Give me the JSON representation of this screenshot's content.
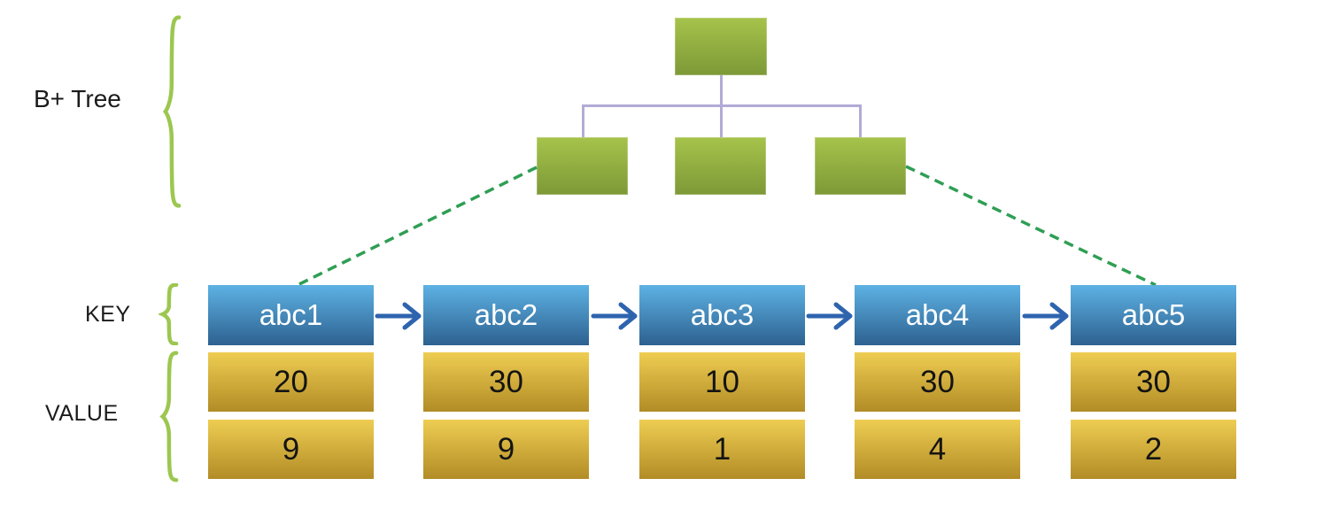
{
  "diagram": {
    "title_label": "B+ Tree",
    "key_label": "KEY",
    "value_label": "VALUE",
    "tree": {
      "root": "",
      "children": [
        "",
        "",
        ""
      ],
      "levels": 2
    },
    "keys": [
      "abc1",
      "abc2",
      "abc3",
      "abc4",
      "abc5"
    ],
    "values_row1": [
      "20",
      "30",
      "10",
      "30",
      "30"
    ],
    "values_row2": [
      "9",
      "9",
      "1",
      "4",
      "2"
    ],
    "key_value_pairs": [
      {
        "key": "abc1",
        "values": [
          "20",
          "9"
        ]
      },
      {
        "key": "abc2",
        "values": [
          "30",
          "9"
        ]
      },
      {
        "key": "abc3",
        "values": [
          "10",
          "1"
        ]
      },
      {
        "key": "abc4",
        "values": [
          "30",
          "4"
        ]
      },
      {
        "key": "abc5",
        "values": [
          "30",
          "2"
        ]
      }
    ],
    "colors": {
      "tree_node_top": "#a6c34b",
      "tree_node_bottom": "#7d9937",
      "key_box_top": "#5db2e4",
      "key_box_bottom": "#2d6190",
      "value_box_top": "#eecd52",
      "value_box_bottom": "#b28c26",
      "tree_connector": "#b1abd6",
      "dashed_link": "#2f9e54",
      "brace": "#9cc750",
      "key_arrow": "#2e64ae",
      "label_text": "#1b1b1b",
      "key_text": "#ffffff",
      "value_text": "#141414"
    }
  }
}
